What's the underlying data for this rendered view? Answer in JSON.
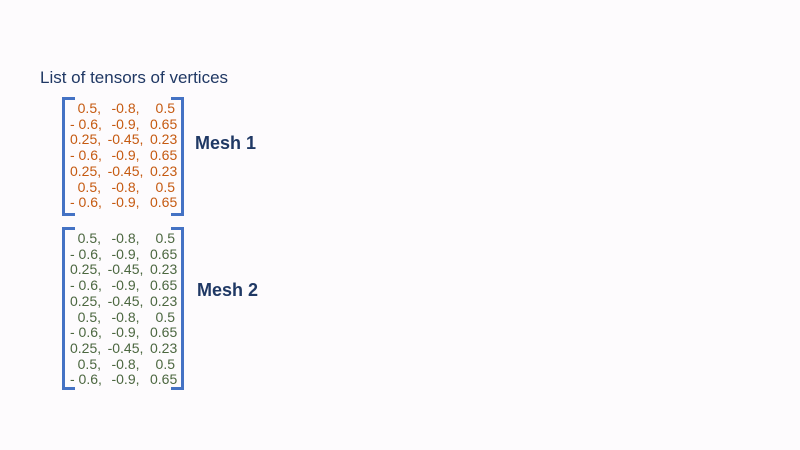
{
  "page": {
    "background_color": "#FDFBFD",
    "title": "List of tensors of vertices"
  },
  "colors": {
    "title_text": "#203864",
    "bracket": "#4472C4",
    "mesh1_values": "#C55A11",
    "mesh2_values": "#4C6740",
    "mesh_label_text": "#1F3864"
  },
  "matrices": [
    {
      "label": "Mesh 1",
      "rows": [
        [
          "0.5,",
          "-0.8,",
          "0.5"
        ],
        [
          "- 0.6,",
          "-0.9,",
          "0.65"
        ],
        [
          "0.25,",
          "-0.45,",
          "0.23"
        ],
        [
          "- 0.6,",
          "-0.9,",
          "0.65"
        ],
        [
          "0.25,",
          "-0.45,",
          "0.23"
        ],
        [
          "0.5,",
          "-0.8,",
          "0.5"
        ],
        [
          "- 0.6,",
          "-0.9,",
          "0.65"
        ]
      ]
    },
    {
      "label": "Mesh 2",
      "rows": [
        [
          "0.5,",
          "-0.8,",
          "0.5"
        ],
        [
          "- 0.6,",
          "-0.9,",
          "0.65"
        ],
        [
          "0.25,",
          "-0.45,",
          "0.23"
        ],
        [
          "- 0.6,",
          "-0.9,",
          "0.65"
        ],
        [
          "0.25,",
          "-0.45,",
          "0.23"
        ],
        [
          "0.5,",
          "-0.8,",
          "0.5"
        ],
        [
          "- 0.6,",
          "-0.9,",
          "0.65"
        ],
        [
          "0.25,",
          "-0.45,",
          "0.23"
        ],
        [
          "0.5,",
          "-0.8,",
          "0.5"
        ],
        [
          "- 0.6,",
          "-0.9,",
          "0.65"
        ]
      ]
    }
  ]
}
